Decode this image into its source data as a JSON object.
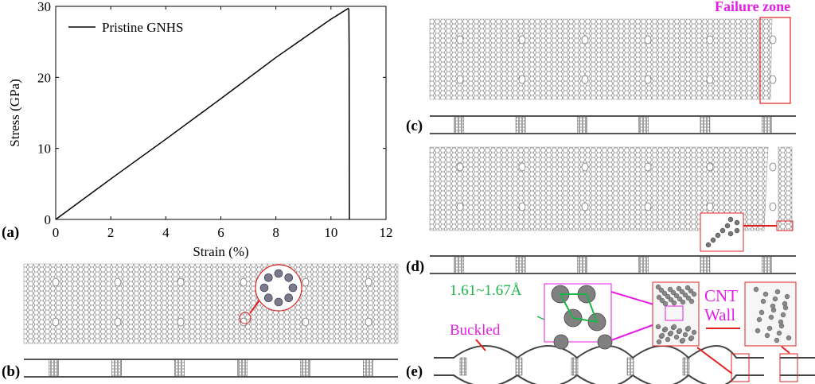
{
  "panels": {
    "a": "(a)",
    "b": "(b)",
    "c": "(c)",
    "d": "(d)",
    "e": "(e)"
  },
  "annotations": {
    "failure_zone": "Failure zone",
    "bond_length": "1.61~1.67Å",
    "buckled": "Buckled",
    "cnt_wall_line1": "CNT",
    "cnt_wall_line2": "Wall"
  },
  "colors": {
    "magenta": "#e61ee6",
    "green": "#1db34a",
    "red": "#e02020",
    "atom": "#777777"
  },
  "chart_data": {
    "type": "line",
    "title": "",
    "xlabel": "Strain (%)",
    "ylabel": "Stress (GPa)",
    "xlim": [
      0,
      12
    ],
    "ylim": [
      0,
      30
    ],
    "xticks": [
      0,
      2,
      4,
      6,
      8,
      10,
      12
    ],
    "yticks": [
      0,
      10,
      20,
      30
    ],
    "legend": {
      "position": "top-left",
      "entries": [
        "Pristine GNHS"
      ]
    },
    "series": [
      {
        "name": "Pristine GNHS",
        "x": [
          0,
          2,
          4,
          6,
          8,
          10,
          10.62,
          10.65,
          10.66,
          10.67
        ],
        "y": [
          0,
          5.7,
          11.3,
          17.0,
          22.8,
          28.2,
          29.7,
          29.6,
          24.5,
          0
        ]
      }
    ]
  }
}
